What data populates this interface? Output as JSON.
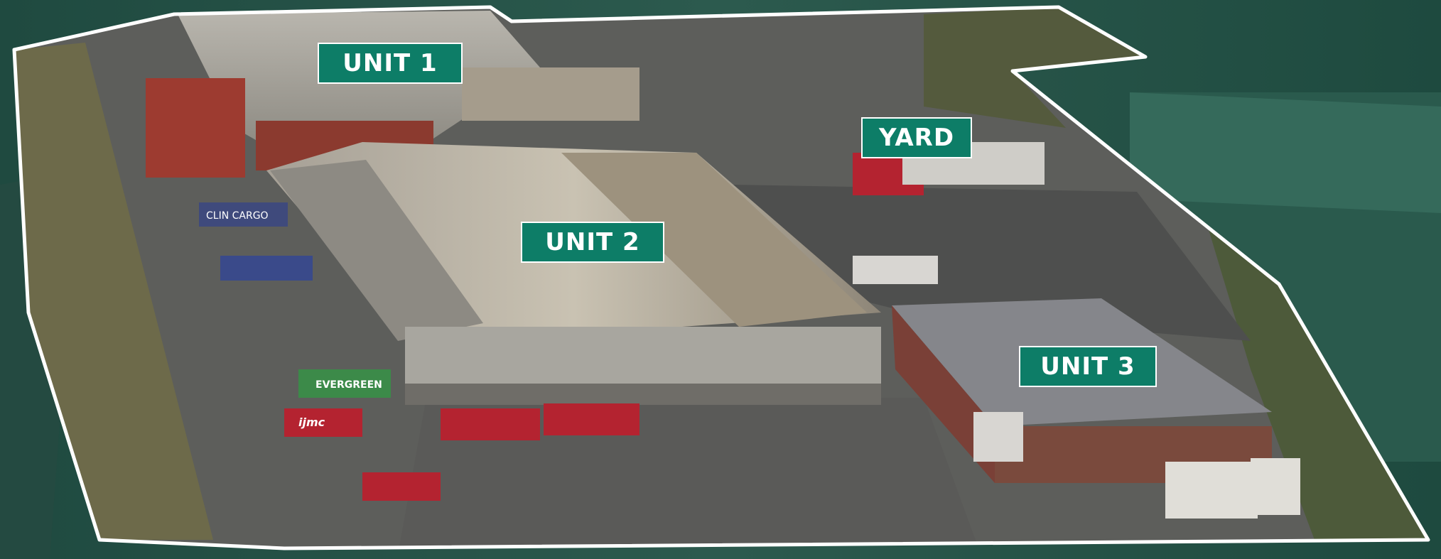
{
  "labels": {
    "unit1": "UNIT 1",
    "unit2": "UNIT 2",
    "yard": "YARD",
    "unit3": "UNIT 3"
  },
  "signage": {
    "cargo_trailer": "CLIN CARGO",
    "evergreen_container": "EVERGREEN",
    "brand": "ijmc"
  },
  "colors": {
    "label_bg": "#0d7d67",
    "outline": "#ffffff",
    "overlay": "#1f5347"
  }
}
